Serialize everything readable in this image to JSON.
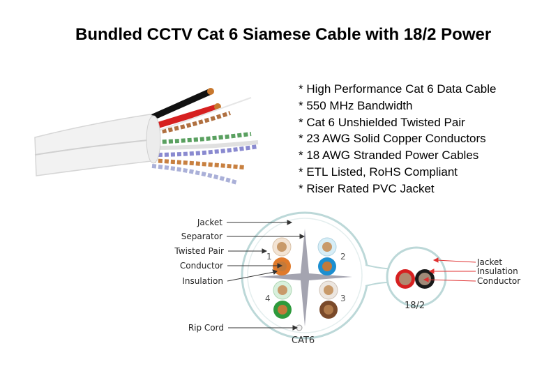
{
  "title": "Bundled CCTV Cat 6 Siamese Cable with 18/2 Power",
  "features": [
    "* High Performance Cat 6 Data Cable",
    "* 550 MHz Bandwidth",
    "* Cat 6 Unshielded Twisted Pair",
    "* 23 AWG Solid Copper Conductors",
    "* 18 AWG Stranded Power Cables",
    "* ETL Listed, RoHS Compliant",
    "* Riser Rated PVC Jacket"
  ],
  "cat6_labels": {
    "jacket": "Jacket",
    "separator": "Separator",
    "twisted_pair": "Twisted Pair",
    "conductor": "Conductor",
    "insulation": "Insulation",
    "rip_cord": "Rip Cord",
    "caption": "CAT6"
  },
  "pair_numbers": [
    "1",
    "2",
    "3",
    "4"
  ],
  "power_labels": {
    "jacket": "Jacket",
    "insulation": "Insulation",
    "conductor": "Conductor",
    "caption": "18/2"
  },
  "colors": {
    "pair1_solid": "#e07a2a",
    "pair2_solid": "#1d8fd0",
    "pair3_solid": "#7a4a2a",
    "pair4_solid": "#2e9a3c",
    "power_red": "#d62020",
    "power_black": "#1a1a1a",
    "jacket_outline": "#bcd8d8",
    "pointer_red": "#e03030"
  }
}
